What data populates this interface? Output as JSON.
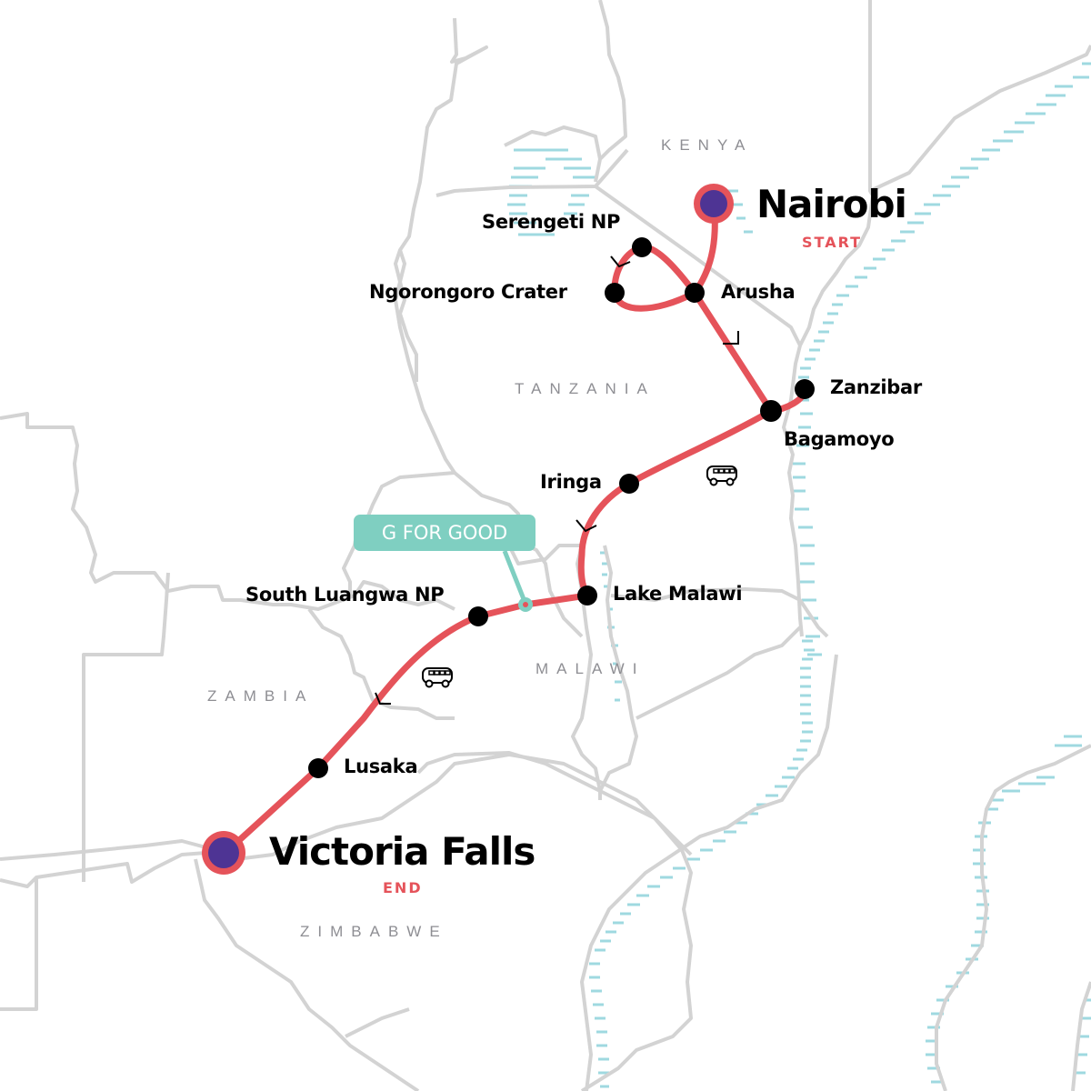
{
  "map": {
    "colors": {
      "route": "#e5535a",
      "stop": "#000000",
      "endpoint_fill": "#4e3494",
      "endpoint_ring": "#e5535a",
      "border": "#d3d3d3",
      "water": "#9fd9e0",
      "country_label": "#8e8e93",
      "badge": "#7fcfc1"
    },
    "countries": [
      {
        "name": "KENYA"
      },
      {
        "name": "TANZANIA"
      },
      {
        "name": "MALAWI"
      },
      {
        "name": "ZAMBIA"
      },
      {
        "name": "ZIMBABWE"
      }
    ],
    "start": {
      "name": "Nairobi",
      "tag": "START"
    },
    "end": {
      "name": "Victoria Falls",
      "tag": "END"
    },
    "stops": [
      {
        "name": "Serengeti NP"
      },
      {
        "name": "Ngorongoro Crater"
      },
      {
        "name": "Arusha"
      },
      {
        "name": "Zanzibar"
      },
      {
        "name": "Bagamoyo"
      },
      {
        "name": "Iringa"
      },
      {
        "name": "Lake Malawi"
      },
      {
        "name": "South Luangwa NP"
      },
      {
        "name": "Lusaka"
      }
    ],
    "badge": {
      "label": "G FOR GOOD"
    },
    "icons": [
      {
        "name": "bus-icon"
      },
      {
        "name": "bus-icon"
      },
      {
        "name": "direction-arrow-icon"
      }
    ]
  }
}
